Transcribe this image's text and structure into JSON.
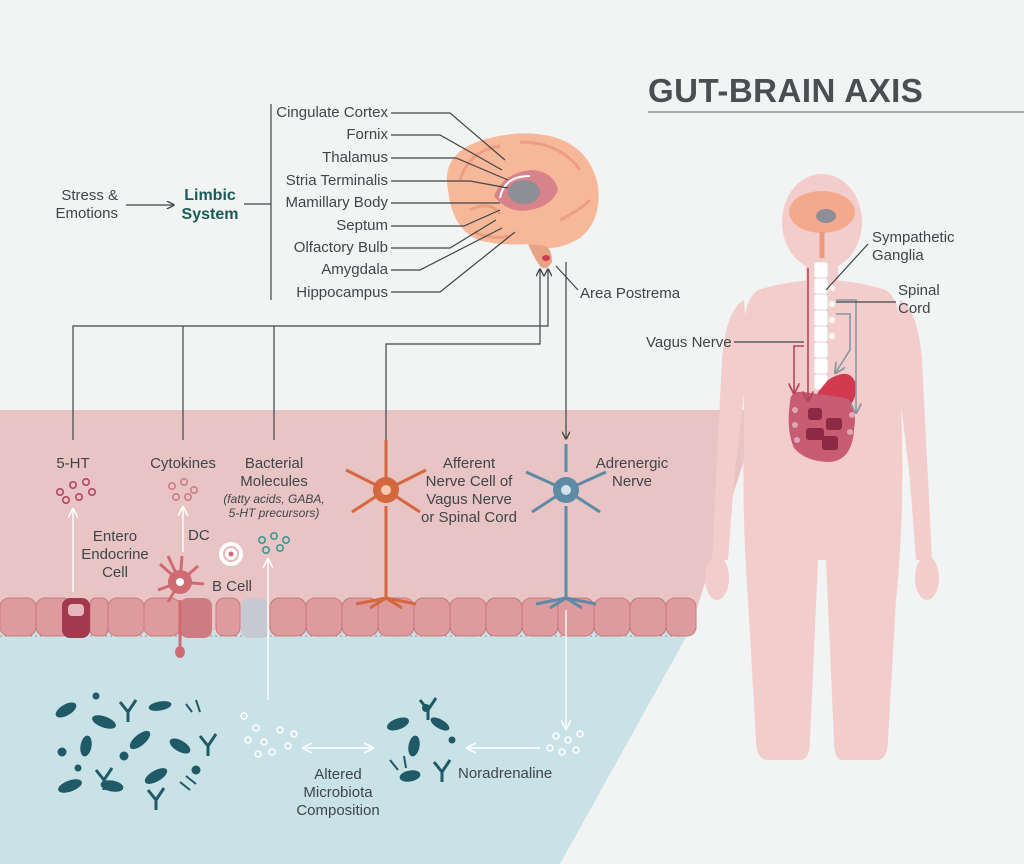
{
  "title": "GUT-BRAIN AXIS",
  "stress": [
    "Stress &",
    "Emotions"
  ],
  "limbic": [
    "Limbic",
    "System"
  ],
  "brain_parts": [
    "Cingulate Cortex",
    "Fornix",
    "Thalamus",
    "Stria Terminalis",
    "Mamillary Body",
    "Septum",
    "Olfactory Bulb",
    "Amygdala",
    "Hippocampus"
  ],
  "area_postrema": "Area Postrema",
  "body_labels": {
    "sympathetic": [
      "Sympathetic",
      "Ganglia"
    ],
    "spinal": [
      "Spinal",
      "Cord"
    ],
    "vagus": "Vagus Nerve"
  },
  "gut_labels": {
    "five_ht": "5-HT",
    "cytokines": "Cytokines",
    "bacterial": [
      "Bacterial",
      "Molecules"
    ],
    "bacterial_note": [
      "(fatty acids, GABA,",
      "5-HT precursors)"
    ],
    "afferent": [
      "Afferent",
      "Nerve Cell of",
      "Vagus Nerve",
      "or Spinal Cord"
    ],
    "adrenergic": [
      "Adrenergic",
      "Nerve"
    ],
    "entero": [
      "Entero",
      "Endocrine",
      "Cell"
    ],
    "dc": "DC",
    "bcell": "B Cell",
    "altered": [
      "Altered",
      "Microbiota",
      "Composition"
    ],
    "noradrenaline": "Noradrenaline"
  },
  "colors": {
    "background": "#f2f3f3",
    "mucosa": "#e9c4c4",
    "lumen": "#c9e2e7",
    "body": "#f3cccc",
    "brain": "#f6b899",
    "afferent_neuron": "#d4673d",
    "adrenergic_neuron": "#5e8aa6",
    "microbe": "#1f5a66",
    "stomach": "#d23a4f",
    "intestine": "#b14a67",
    "teal_text": "#1a5a5a"
  }
}
